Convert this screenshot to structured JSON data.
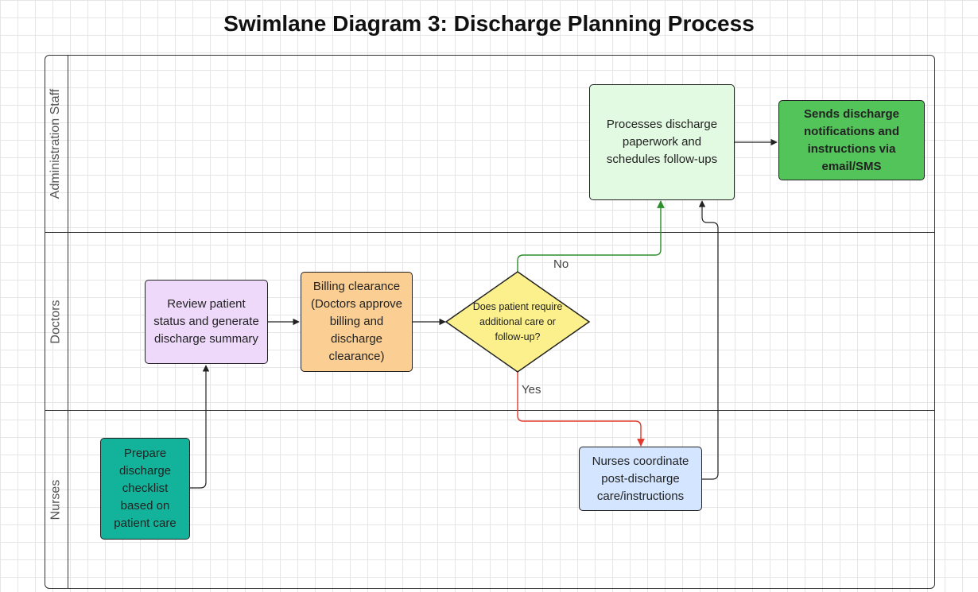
{
  "title": "Swimlane Diagram 3: Discharge Planning Process",
  "lanes": [
    {
      "label": "Administration Staff"
    },
    {
      "label": "Doctors"
    },
    {
      "label": "Nurses"
    }
  ],
  "nodes": {
    "prepare": {
      "text": "Prepare discharge checklist based on patient care",
      "color": "#12b39a"
    },
    "review": {
      "text": "Review patient status and generate discharge summary",
      "color": "#eed9fb"
    },
    "billing": {
      "text": "Billing clearance (Doctors approve billing and discharge clearance)",
      "color": "#fbcf93"
    },
    "decision": {
      "text": "Does patient require additional care or follow-up?",
      "color": "#fbf08b"
    },
    "nurses_coordinate": {
      "text": "Nurses coordinate post-discharge care/instructions",
      "color": "#d3e5ff"
    },
    "processes": {
      "text": "Processes discharge paperwork and schedules follow-ups",
      "color": "#e2f9e2"
    },
    "sends": {
      "text": "Sends discharge notifications and instructions via email/SMS",
      "color": "#53c45a"
    }
  },
  "edges": {
    "no_label": "No",
    "yes_label": "Yes",
    "no_color": "#2c8f2c",
    "yes_color": "#e33a2f"
  }
}
